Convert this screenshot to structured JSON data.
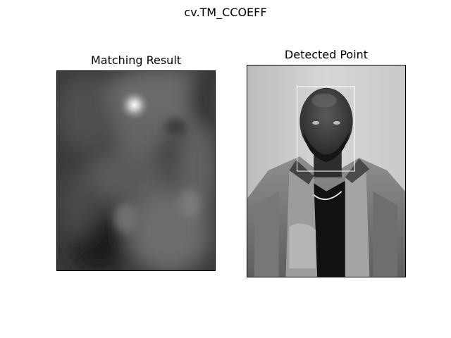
{
  "figure": {
    "suptitle": "cv.TM_CCOEFF"
  },
  "chart_data": [
    {
      "type": "heatmap",
      "title": "Matching Result",
      "xlabel": "",
      "ylabel": "",
      "colormap": "gray",
      "axis": "off",
      "peak": {
        "x": 0.49,
        "y": 0.17
      }
    },
    {
      "type": "image",
      "title": "Detected Point",
      "xlabel": "",
      "ylabel": "",
      "colormap": "gray",
      "axis": "off",
      "detection_box": {
        "x0": 0.315,
        "y0": 0.1,
        "x1": 0.68,
        "y1": 0.5,
        "color": "#ffffff"
      }
    }
  ]
}
